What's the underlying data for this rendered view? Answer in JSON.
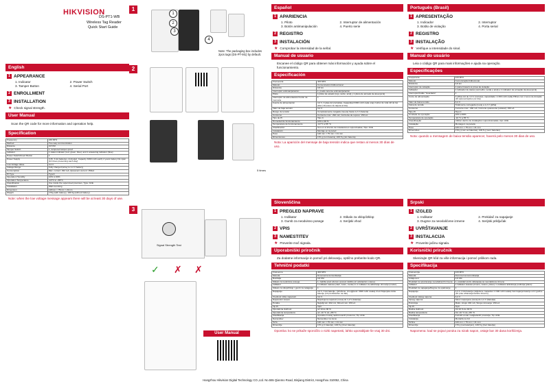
{
  "brand": {
    "logo": "HIKVISION",
    "accent": "#c8102e"
  },
  "cover": {
    "model": "DS-PT1-WB",
    "title1": "Wireless Tag Reader",
    "title2": "Quick Start Guide"
  },
  "english": {
    "lang": "English",
    "s1": "APPEARANCE",
    "items": [
      "1. Indicator",
      "2. Power Switch",
      "3. Tamper Button",
      "4. Serial Port"
    ],
    "s2": "ENROLLMENT",
    "s3": "INSTALLATION",
    "check": "Check signal strength.",
    "manual_h": "User Manual",
    "manual_t": "Scan the QR code for more information and operation help.",
    "spec_h": "Specification",
    "note": "Note: when the low voltage message appears there will be at least 30 days of use.",
    "spec": [
      [
        "Frequency",
        "433 MHz"
      ],
      [
        "Method",
        "Two-way communication"
      ],
      [
        "Distance",
        "0.8 KM"
      ],
      [
        "Tamper Switch",
        "1, tampered tamper-proof"
      ],
      [
        "Indicator",
        "1 status indicator (red, green, blue), and 1 answering indicator (blue)"
      ],
      [
        "Power Switch/Insert Button",
        "1"
      ],
      [
        "Power Supply",
        "3.3V, 3 AA batteries, (included, Capacity 3300 mAh each) 2 years battery life span (10 times presenting each day)"
      ],
      [
        "Low Voltage Value",
        "3.2 V"
      ],
      [
        "Voltage Range",
        "Fully charged (array to 1.2 V battery)"
      ],
      [
        "Consumption",
        "Max. current: 292 mA; Quiescent current: 150uA"
      ],
      [
        "PI Type",
        "TypeC"
      ],
      [
        "Operation Humidity",
        "10% to 90%"
      ],
      [
        "Operation Temperature",
        "-10°C to +55°C"
      ],
      [
        "Classification",
        "Use inside the supervised premises, Type: ACE"
      ],
      [
        "Installation",
        "Wall-mounting"
      ],
      [
        "Dimension",
        "120mm × 75mm × 21mm"
      ],
      [
        "Weight",
        "170g (with battery), 106.5g (without battery)"
      ]
    ]
  },
  "figures": {
    "f1": "1",
    "f2": "2",
    "f3": "3",
    "pack_note": "Note: The packaging box includes 2pcs tags (DS-PT-M1) by default.",
    "signal": "Signal Strength Test",
    "len": "5 times",
    "manual_btn": "User Manual"
  },
  "espanol": {
    "lang": "Español",
    "s1": "APARIENCIA",
    "items": [
      "1. Piloto",
      "2. Interruptor de alimentación",
      "3. Botón antimanipulación",
      "4. Puerto serie"
    ],
    "s2": "REGISTRO",
    "s3": "INSTALACIÓN",
    "check": "Comprobar la intensidad de la señal.",
    "manual_h": "Manual de usuario",
    "manual_t": "Escanee el código QR para obtener más información y ayuda sobre el funcionamiento.",
    "spec_h": "Especificación",
    "note": "Nota: La aparición del mensaje de baja tensión indica que restan al menos 30 días de uso.",
    "spec": [
      [
        "Frecuencia",
        "433 MHz"
      ],
      [
        "Método",
        "Comunicación bidireccional"
      ],
      [
        "Distancia",
        "0,8 km"
      ],
      [
        "Interruptor antimanipulación",
        "1, puede tenerse antimanipulación"
      ],
      [
        "Piloto",
        "1 piloto de estado (rojo, verde, azul) y 1 piloto de armado de área (azul)"
      ],
      [
        "Interruptor de alimentación/ botón de memoria",
        "1"
      ],
      [
        "Fuente de alimentación",
        "3,3 V, 3 pilas AA (incluidas, Capacidad 3300 mAh cada una) 2 años de vida útil de las pilas (10 pases de tarjeta al día)"
      ],
      [
        "Valor de baja tensión",
        "3,2 V"
      ],
      [
        "Rango de tensión",
        "Completamente cargada (nueva) hasta 1,2 V (batería)"
      ],
      [
        "Consumo",
        "Corriente máx.: 292 mA; Corriente de reposo: 150 uA"
      ],
      [
        "Tipo de PI",
        "Tipo C"
      ],
      [
        "Humedad de funcionamiento",
        "10% a 90 %"
      ],
      [
        "Temperatura de funcionamiento",
        "-10 °C a 55 °C"
      ],
      [
        "Clasificación",
        "Uso en el interior de instalaciones supervisadas; Tipo: ACE"
      ],
      [
        "Instalación",
        "Montaje en la pared"
      ],
      [
        "Peso",
        "120 mm × 75 mm × 21 mm"
      ],
      [
        "Dimensiones",
        "170 g (con batería), 106,5 g (sin batería)"
      ]
    ]
  },
  "portugues": {
    "lang": "Português (Brasil)",
    "s1": "APRESENTAÇÃO",
    "items": [
      "1. Indicador",
      "2. Interruptor",
      "3. Botão de violação",
      "4. Porta serial"
    ],
    "s2": "REGISTRO",
    "s3": "INSTALAÇÃO",
    "check": "Verifique a intensidade do sinal.",
    "manual_h": "Manual do usuário",
    "manual_t": "Leia o código QR para mais informações e ajuda na operação.",
    "spec_h": "Especificações",
    "note": "Nota: quando a mensagem de baixa tensão aparecer, haverá pelo menos 30 dias de uso.",
    "spec": [
      [
        "Frequência",
        "433 MHz"
      ],
      [
        "Método",
        "Comunicação bidirecional"
      ],
      [
        "Distância",
        "0,8 km"
      ],
      [
        "Interruptor de violação",
        "1 painel traseiro à prova de violação"
      ],
      [
        "Indicador",
        "1 indicador de status (vermelho, verde e azul) e 1 indicador de armação da área (azul)"
      ],
      [
        "Interruptor/botão \"Guardado\"",
        "1"
      ],
      [
        "Fonte de alimentação",
        "3 pilhas AA de 3,3 V (inclusas, capacidade: 2.300 mAh cada) Pilhas com 2 anos de duração (10 apresentações por dia)"
      ],
      [
        "Valor de baixa tensão",
        "3,2 V"
      ],
      [
        "Faixa de tensão",
        "Totalmente carregada (nova) a 1,2 V (pilha)"
      ],
      [
        "Consumo",
        "Corrente máx.: 292 mA; Corrente quiescente (estável): 150 uA"
      ],
      [
        "Tipo PI",
        "Tipo C"
      ],
      [
        "Umidade de operação",
        "10% a 90%"
      ],
      [
        "Temperatura de operação",
        "-10 °C a 55 °C"
      ],
      [
        "Classificação",
        "Utilizar dentro de instalações supervisionadas, tipo: ACE"
      ],
      [
        "Instalação",
        "Montagem na parede"
      ],
      [
        "Peso",
        "120 mm × 75 mm × 21 mm"
      ],
      [
        "Dimensões",
        "170 g (com as baterias), 106,5 g (sem baterias)"
      ]
    ]
  },
  "slovenscina": {
    "lang": "Slovenščina",
    "s1": "PREGLED NAPRAVE",
    "items": [
      "1. Indikator",
      "2. Stikalo za vklop/izklop",
      "3. Gumb za neodvisno posege",
      "4. Serijski vhod"
    ],
    "s2": "VPIS",
    "s3": "NAMESTITEV",
    "check": "Preverite moč signala.",
    "manual_h": "Uporabniški priročnik",
    "manual_t": "Za dodatne informacije in pomoč pri delovanju, optično preberite kodo QR.",
    "spec_h": "Tehnični podatki",
    "note": "Opomba: ko se prikaže sporočilo o nizki napetosti, lahko uporabljate še vsaj 30 dni.",
    "spec": [
      [
        "Frekvenca",
        "433 MHz"
      ],
      [
        "Metoda",
        "Dvosmerna komunikacija"
      ],
      [
        "Razdalja",
        "0,8 KM"
      ],
      [
        "Stikalo za neodvisne posege",
        "1, zaščita pred vdorom (ponovi zaščito pri odstranitvi s stene)"
      ],
      [
        "Indikator",
        "1 indikator statusa (rdeč, zelen, moder) in 1 indikator za aktiviranje območja (moder)"
      ],
      [
        "Stikalo za vklop/izklop / gumb za nalaganje",
        "1"
      ],
      [
        "Napajanje",
        "3,3 V, 3 AA baterije, (priložene, zmogljivost: 3300 mAh vsaka) 2 leti življenjske dobe baterije (10 predstavitev na dan)"
      ],
      [
        "Vrednost nizke napetosti",
        "3,2 V"
      ],
      [
        "Napetostni razpon",
        "Napolnjena napetost (nova) do 1,2 V (baterije)"
      ],
      [
        "Poraba",
        "Najvišji tok: 292 mA; Mirovni tok: 150 uA"
      ],
      [
        "Tip PI",
        "TipC"
      ],
      [
        "Operativna vlažnost",
        "od 10 do 90 %"
      ],
      [
        "Operativna temperatura",
        "od -10 °C do +55 °C"
      ],
      [
        "Klasifikacija",
        "Uporaba znotraj nadzorovanih prostorov, Tip: ACE"
      ],
      [
        "Namestitev",
        "Namestitev na steno"
      ],
      [
        "Teža",
        "120 mm × 75 mm × 21 mm"
      ],
      [
        "Dimenzije",
        "170 g (z baterijo), 106,5 g (brez baterije)"
      ]
    ]
  },
  "srpski": {
    "lang": "Srpski",
    "s1": "IZGLED",
    "items": [
      "1. Indikator",
      "2. Prekidač za napajanje",
      "3. Dugme za neovlašćene izmene",
      "4. Serijski priključak"
    ],
    "s2": "UVRŠTAVANJE",
    "s3": "INSTALACIJA",
    "check": "Proverite jačinu signala.",
    "manual_h": "Korisnički priručnik",
    "manual_t": "Skenirajte QR kôd za više informacija i pomoć prilikom rada.",
    "spec_h": "Specifikacija",
    "note": "Napomena: kad se pojavi poruka za nizak napon, ostaje bar 30 dana korišćenja.",
    "spec": [
      [
        "Frekvencija",
        "433 MHz"
      ],
      [
        "Metoda",
        "Dvosmerna komunikacija"
      ],
      [
        "Udaljenost",
        "0,8 KM"
      ],
      [
        "Prekidač za sprečavanje neovlašćenih izmena",
        "1, prekidač protiv uklanjanja sa neovlašćene izmene"
      ],
      [
        "Indikator",
        "1 indikator statusa (crveno, zeleno, plavo) i 1 indikator aktiviranja područja (plavo)"
      ],
      [
        "Prekidač za napajanje/Dugme za uparivanje",
        "1"
      ],
      [
        "Napajanje",
        "3,3 V, 3 AA baterije (uključene, kapacitet: 2 300 mAh svaka) Vek trajanja baterije od 2 godine (10 puta očitavanja kartice dnevno)"
      ],
      [
        "Vrednost niskog napona",
        "3,2 V"
      ],
      [
        "Opseg napona",
        "Skroz napunjena (nova) do 1,2 V (baterija)"
      ],
      [
        "Potrošnja",
        "Maks. struja: 292 mA; Struja mirovanja: 150 uA"
      ],
      [
        "Tip PI",
        "TipC"
      ],
      [
        "Radna vlažnost",
        "Od 10 % do 90 %"
      ],
      [
        "Radna temperatura",
        "Od -10 °C do +55 °C"
      ],
      [
        "Klasifikacija",
        "Koristiti unutar nadgledanih prostorija, Tip: ACE"
      ],
      [
        "Instalacija",
        "Montaža na zid"
      ],
      [
        "Težina",
        "120 mm × 75 mm × 21 mm"
      ],
      [
        "Dimenzije",
        "170 g (sa baterijom), 106,5 g (bez baterije)"
      ]
    ]
  },
  "footer": "Hangzhou Hikvision Digital Technology CO.,Ltd. No.555 Qianmo Road, Binjiang District, Hangzhou 310052, China"
}
